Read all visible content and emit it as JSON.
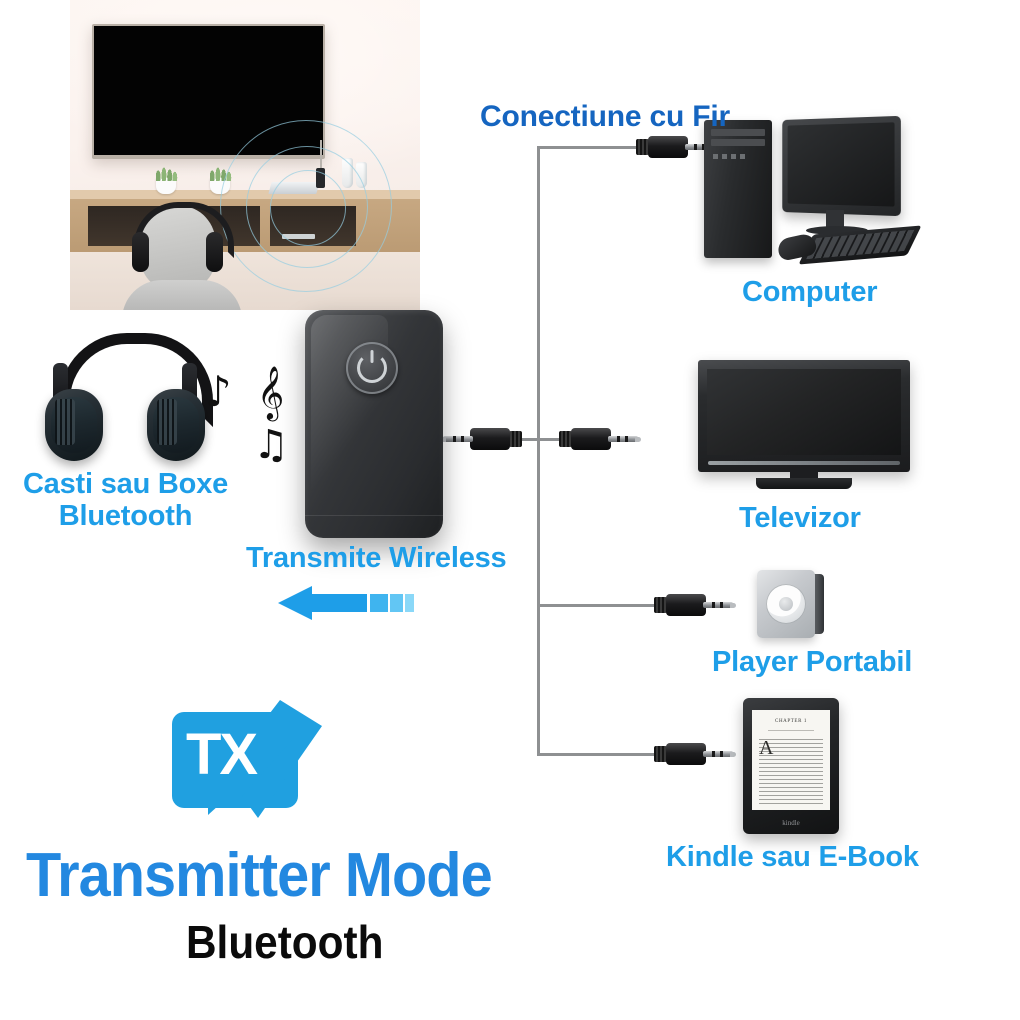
{
  "labels": {
    "wired_connection": "Conectiune cu Fir",
    "computer": "Computer",
    "headphones_speakers": "Casti sau Boxe\nBluetooth",
    "transmit_wireless": "Transmite Wireless",
    "television": "Televizor",
    "portable_player": "Player Portabil",
    "ebook_reader": "Kindle sau E-Book"
  },
  "logo": {
    "badge_text": "TX"
  },
  "headings": {
    "mode_title": "Transmitter Mode",
    "mode_subtitle": "Bluetooth"
  },
  "kindle_page": {
    "chapter_heading": "CHAPTER 1",
    "drop_cap": "A",
    "brand": "kindle"
  },
  "music_notes": {
    "eighth_note": "♪",
    "treble_clef": "𝄞",
    "beamed_notes": "♫"
  },
  "colors": {
    "label_blue": "#1e9ee8",
    "heading_blue_dark": "#1565c0",
    "title_blue": "#2388e0",
    "subtitle_black": "#0b0b0b",
    "logo_blue": "#20a0e0",
    "wire_gray": "#8e9092",
    "arrow_blue": "#1e9ee8",
    "background": "#ffffff"
  }
}
